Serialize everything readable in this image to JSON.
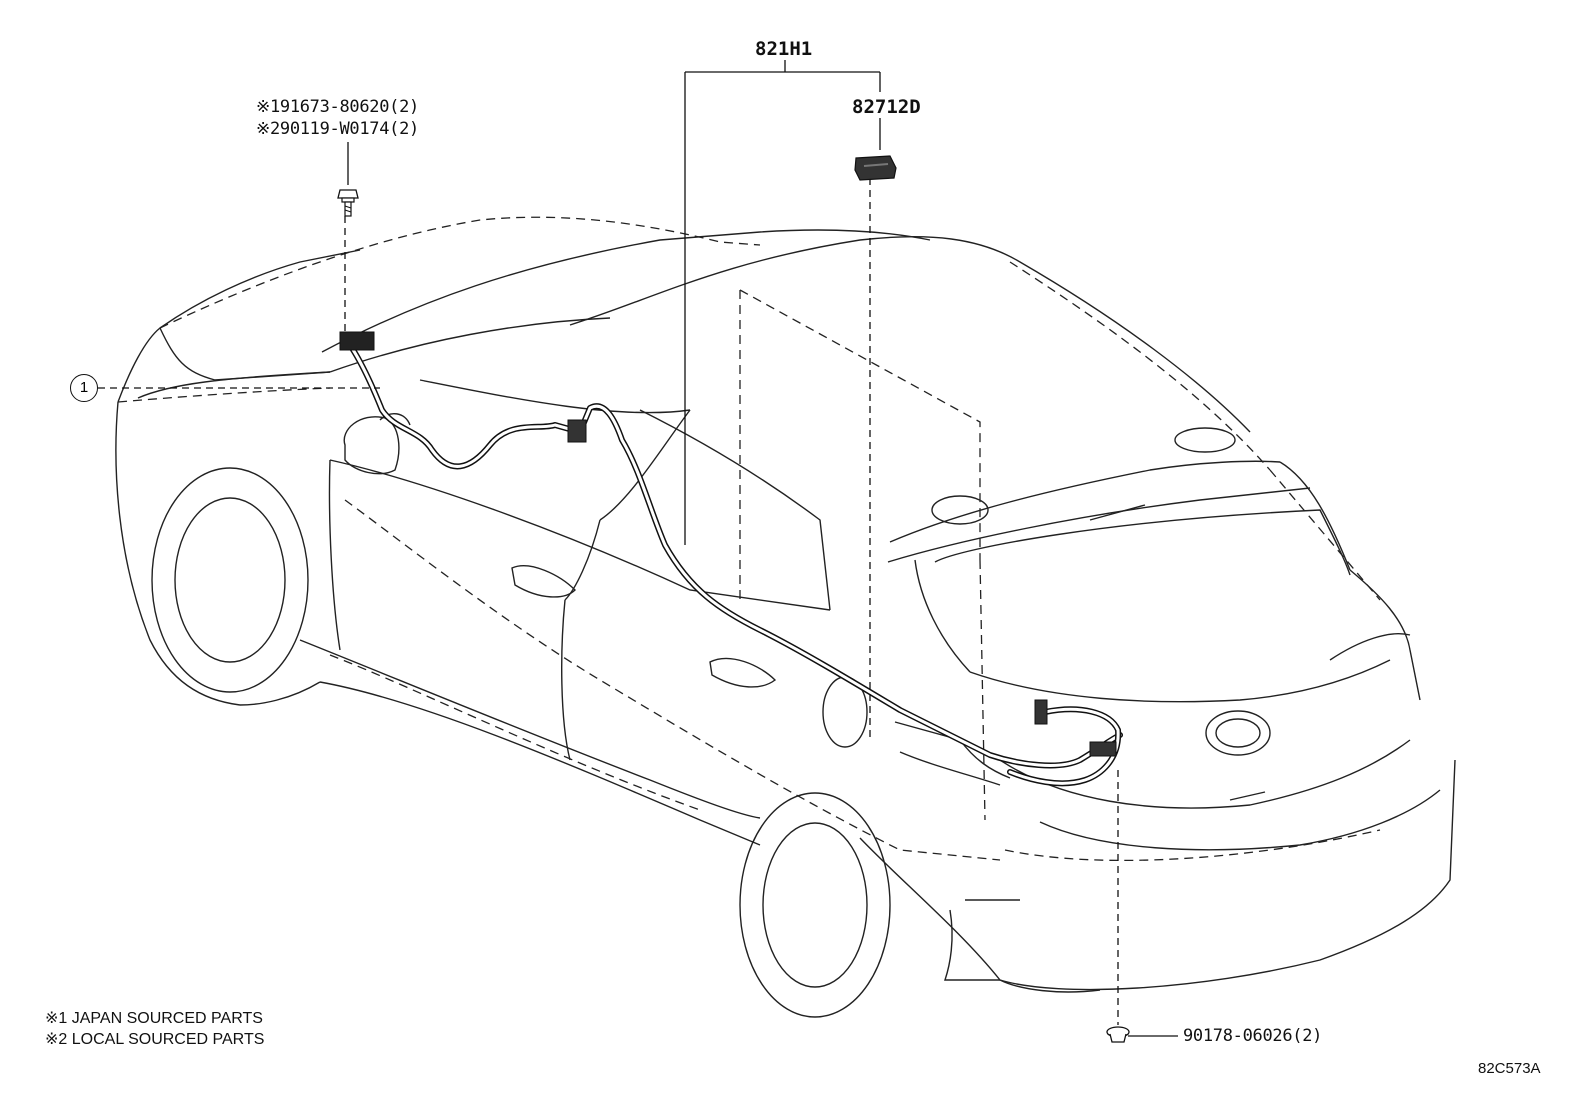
{
  "labels": {
    "assembly": "821H1",
    "clamp": "82712D",
    "screw_part_1": "※191673-80620(2)",
    "screw_part_2": "※290119-W0174(2)",
    "bolt_part": "90178-06026(2)",
    "callout_1": "1"
  },
  "notes": [
    "※1 JAPAN SOURCED PARTS",
    "※2 LOCAL SOURCED PARTS"
  ],
  "reference_code": "82C573A"
}
